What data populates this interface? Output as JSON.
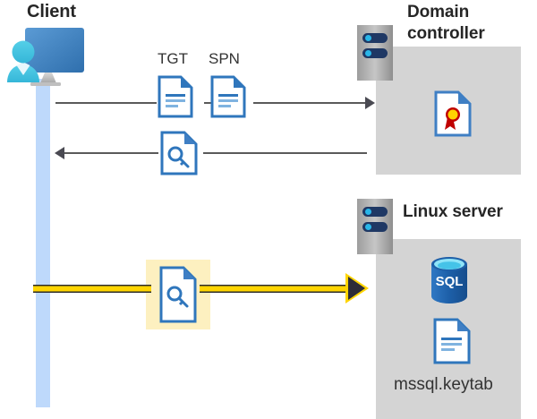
{
  "diagram": {
    "title_client": "Client",
    "title_domain_controller": "Domain\ncontroller",
    "title_linux_server": "Linux server",
    "label_tgt": "TGT",
    "label_spn": "SPN",
    "label_keytab_file": "mssql.keytab"
  },
  "icons": {
    "client": "client-workstation-icon",
    "tgt_document": "document-icon",
    "spn_document": "document-icon",
    "ticket_key_1": "key-document-icon",
    "ticket_key_2": "key-document-icon",
    "server_dc": "server-rack-icon",
    "server_linux": "server-rack-icon",
    "certificate": "certificate-icon",
    "sql_database": "sql-database-icon",
    "keytab_document": "document-icon"
  },
  "flows": [
    {
      "name": "request-tgt-spn",
      "direction": "right",
      "from": "Client",
      "to": "Domain controller"
    },
    {
      "name": "receive-service-ticket",
      "direction": "left",
      "from": "Domain controller",
      "to": "Client"
    },
    {
      "name": "present-service-ticket",
      "direction": "right",
      "from": "Client",
      "to": "Linux server",
      "highlighted": true
    }
  ],
  "colors": {
    "panel_grey": "#d4d4d4",
    "lifeline_blue": "#bed9fb",
    "accent_yellow": "#ffd500",
    "highlight_yellow": "#fdf0c0",
    "icon_blue": "#2f76bc",
    "line_grey": "#5a5a5a",
    "title_dark": "#262626"
  }
}
